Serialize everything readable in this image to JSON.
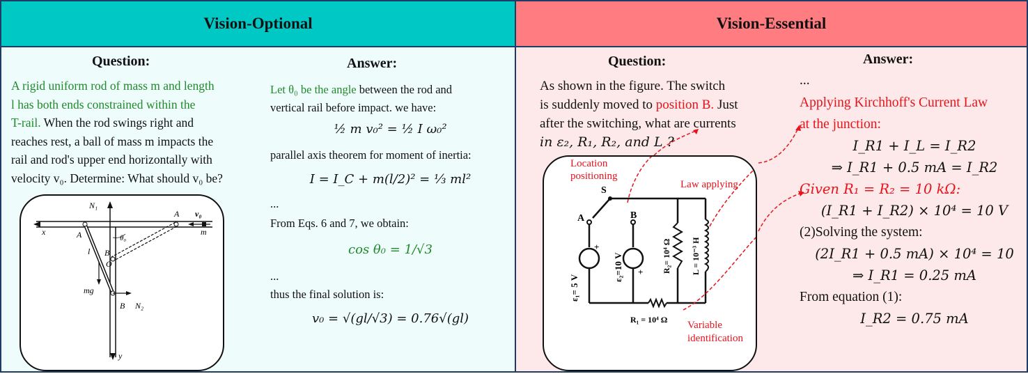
{
  "left_header": "Vision-Optional",
  "right_header": "Vision-Essential",
  "left_question": {
    "heading": "Question:",
    "green_text": "A rigid uniform rod of mass m and length l has both ends constrained within the T-rail.",
    "line1_green": "A rigid uniform rod of mass m and length",
    "line2_green": "l has both ends constrained within the",
    "line3_green": "T-rail.",
    "line3_rest": " When the rod swings right and",
    "line4": "reaches rest, a ball of mass m impacts the",
    "line5": "rail and rod's upper end horizontally with",
    "line6": "velocity v₀. Determine: What should v₀ be?"
  },
  "left_figure": {
    "labels": [
      "N₁",
      "A",
      "v₀",
      "x",
      "A",
      "θ₀",
      "m",
      "l",
      "B",
      "O",
      "mg",
      "B",
      "N₂",
      "y"
    ]
  },
  "left_answer": {
    "heading": "Answer:",
    "l1_green": "Let θ₀ be the angle",
    "l1_rest": " between the rod and",
    "l2": "vertical rail before impact. we have:",
    "eq1": "½ m v₀² = ½ I ω₀²",
    "l3": "parallel axis theorem for moment of inertia:",
    "eq2": "I = I_C + m(l/2)² = ⅓ ml²",
    "dots1": "...",
    "l4": "From Eqs. 6 and 7, we obtain:",
    "eq3": "cos θ₀ = 1/√3",
    "dots2": "...",
    "l5": "thus the final solution is:",
    "eq4": "v₀ = √(gl/√3) = 0.76√(gl)"
  },
  "right_question": {
    "heading": "Question:",
    "l1": "As shown in the figure. The switch",
    "l2a": "is suddenly moved to ",
    "l2b_red": "position B.",
    "l2c": " Just",
    "l3": "after the switching, what are currents",
    "l4": "in ε₂, R₁, R₂, and L ?"
  },
  "right_figure": {
    "annot_location": "Location positioning",
    "annot_location_1": "Location",
    "annot_location_2": "positioning",
    "annot_law": "Law applying",
    "annot_variable_1": "Variable",
    "annot_variable_2": "identification",
    "circuit_labels": [
      "S",
      "A",
      "B",
      "ε₁= 5 V",
      "ε₂=10 V",
      "R₂= 10⁴ Ω",
      "L = 10⁻³ H",
      "R₁ = 10⁴ Ω"
    ]
  },
  "right_answer": {
    "heading": "Answer:",
    "dots": "...",
    "l1_red": "Applying Kirchhoff's Current Law",
    "l2_red": "at the junction:",
    "eq1": "I_R1 + I_L = I_R2",
    "eq2": "⇒ I_R1 + 0.5 mA = I_R2",
    "l3_red": "Given R₁ = R₂ = 10 kΩ:",
    "eq3": "(I_R1 + I_R2) × 10⁴ = 10 V",
    "l4": "(2)Solving the system:",
    "eq4": "(2I_R1 + 0.5 mA) × 10⁴ = 10",
    "eq5": "⇒ I_R1 = 0.25 mA",
    "l5": "From equation (1):",
    "eq6": "I_R2 = 0.75 mA"
  },
  "colors": {
    "left_header_bg": "#00c8c5",
    "right_header_bg": "#ff7d80",
    "left_bg": "#effcfc",
    "right_bg": "#fde9e9",
    "green_text": "#1f8a2a",
    "red_text": "#e8121b",
    "border": "#1f3c66"
  }
}
